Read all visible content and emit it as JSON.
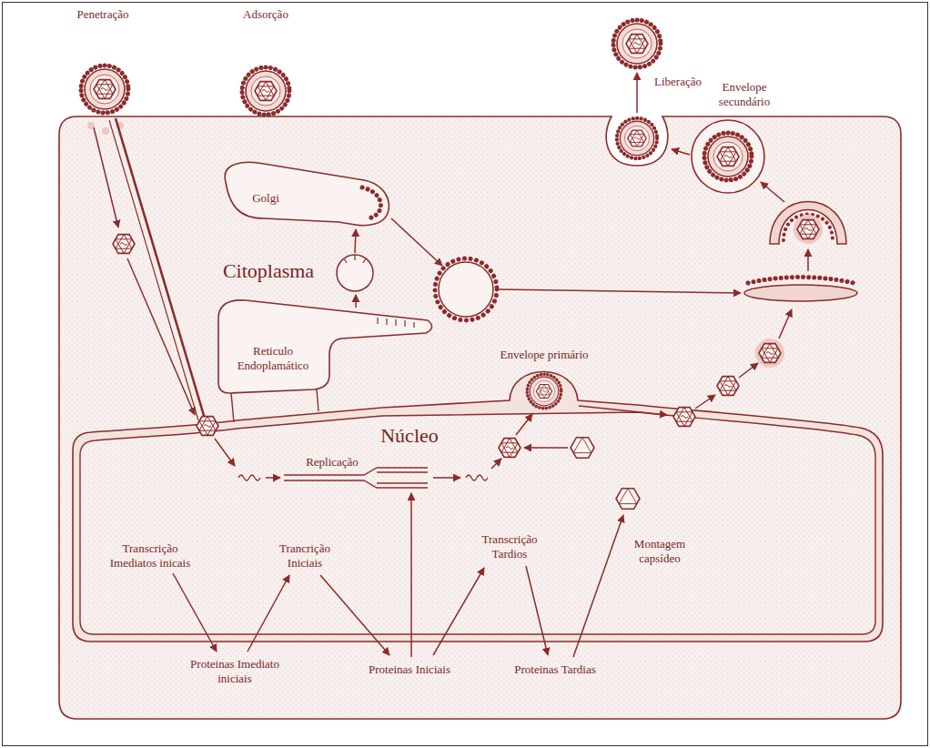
{
  "diagram": {
    "labels": [
      "Penetração",
      "Adsorção",
      "Liberação",
      "Envelope secundário",
      "Golgi",
      "Citoplasma",
      "Reticulo Endoplamático",
      "Envelope primário",
      "Núcleo",
      "Replicação",
      "Transcrição Imediatos inicais",
      "Trancrição Iniciais",
      "Transcrição Tardios",
      "Montagem capsídeo",
      "Proteinas Imediato iniciais",
      "Proteinas Iniciais",
      "Proteinas Tardias"
    ]
  }
}
